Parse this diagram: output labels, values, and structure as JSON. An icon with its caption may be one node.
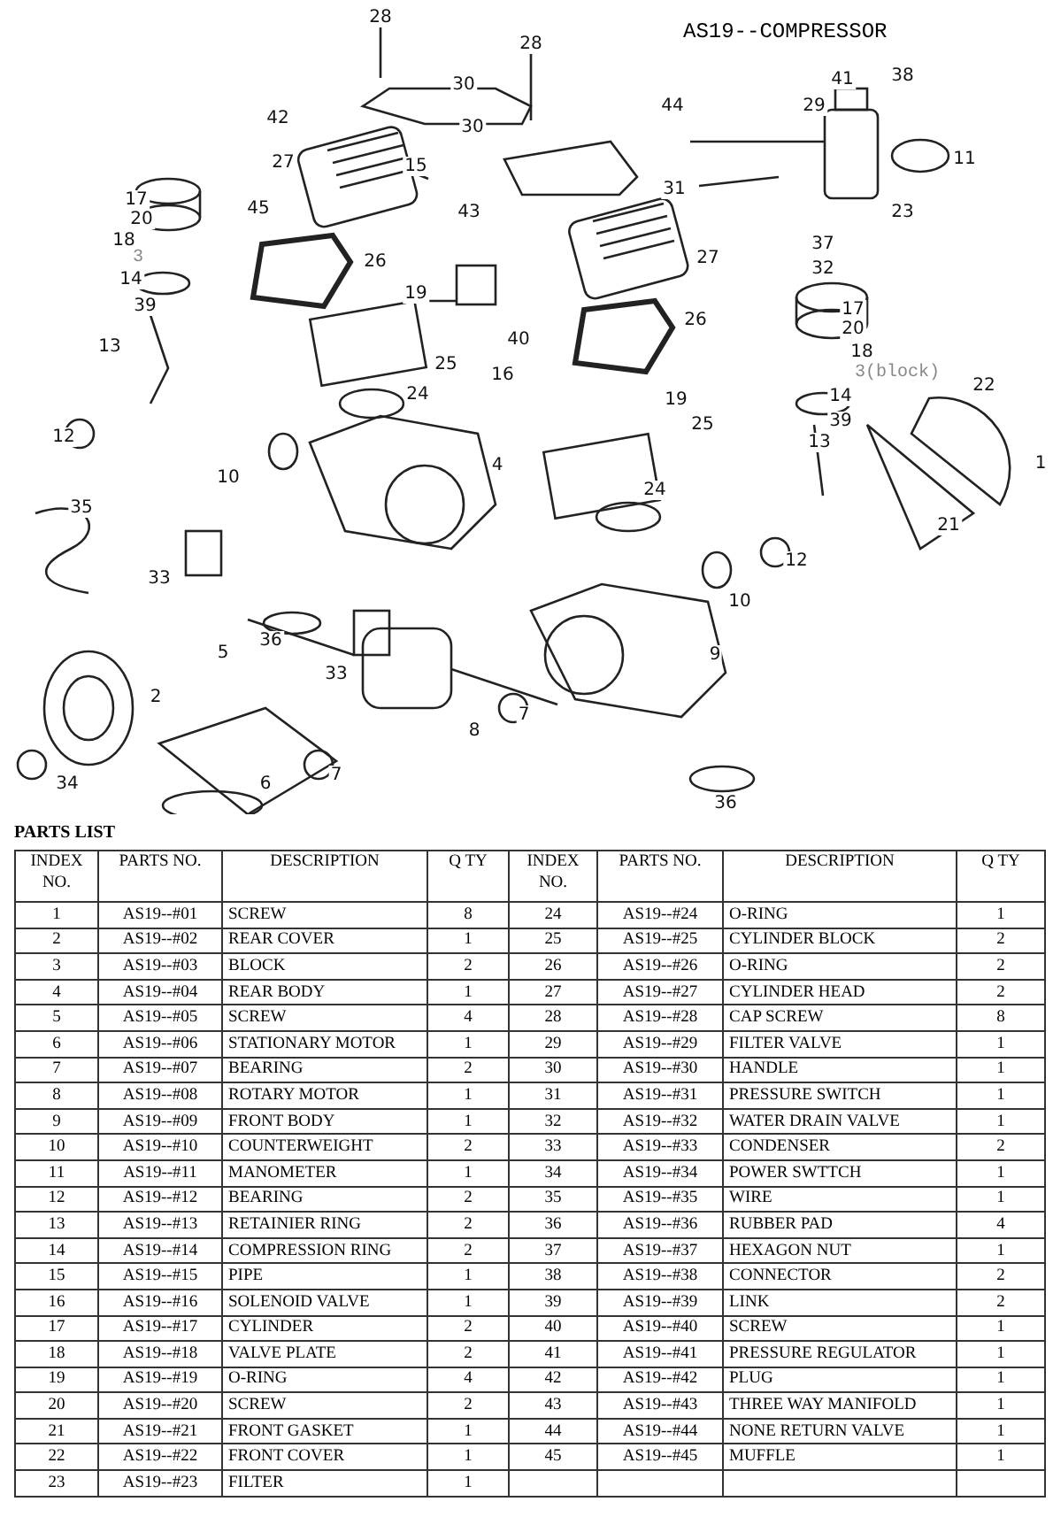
{
  "diagram": {
    "title": "AS19--COMPRESSOR",
    "labels": [
      "28",
      "28",
      "30",
      "42",
      "30",
      "44",
      "41",
      "38",
      "29",
      "27",
      "15",
      "11",
      "17",
      "45",
      "43",
      "31",
      "20",
      "23",
      "18",
      "3",
      "27",
      "14",
      "37",
      "26",
      "32",
      "19",
      "39",
      "40",
      "16",
      "26",
      "17",
      "20",
      "13",
      "18",
      "25",
      "3(block)",
      "24",
      "19",
      "14",
      "22",
      "25",
      "39",
      "13",
      "12",
      "10",
      "4",
      "1",
      "35",
      "24",
      "21",
      "12",
      "10",
      "33",
      "36",
      "5",
      "9",
      "33",
      "2",
      "7",
      "8",
      "36",
      "34",
      "6",
      "7",
      "PARTS LIST",
      "INDEX NO.",
      "PARTS NO.",
      "DESCRIPTION",
      "Q TY",
      "INDEX NO.",
      "PARTS NO.",
      "DESCRIPTION",
      "Q TY",
      "1",
      "AS19--#01",
      "SCREW",
      "8",
      "24",
      "AS19--#24",
      "O-RING",
      "1",
      "2",
      "AS19--#02",
      "REAR COVER",
      "1",
      "25",
      "AS19--#25",
      "CYLINDER BLOCK",
      "2",
      "3",
      "AS19--#03",
      "BLOCK",
      "2",
      "26",
      "AS19--#26",
      "O-RING",
      "2",
      "4",
      "AS19--#04",
      "REAR BODY",
      "1",
      "27",
      "AS19--#27",
      "CYLINDER HEAD",
      "2",
      "5",
      "AS19--#05",
      "SCREW",
      "4",
      "28",
      "AS19--#28",
      "CAP SCREW",
      "8",
      "6",
      "AS19--#06",
      "STATIONARY MOTOR",
      "1",
      "29",
      "AS19--#29",
      "FILTER VALVE",
      "1",
      "7",
      "AS19--#07",
      "BEARING",
      "2",
      "30",
      "AS19--#30",
      "HANDLE",
      "1",
      "8",
      "AS19--#08",
      "ROTARY MOTOR",
      "1",
      "31",
      "AS19--#31",
      "PRESSURE SWITCH",
      "1",
      "9",
      "AS19--#09",
      "FRONT BODY",
      "1",
      "32",
      "AS19--#32",
      "WATER DRAIN VALVE",
      "1",
      "10",
      "AS19--#10",
      "COUNTERWEIGHT",
      "2",
      "33",
      "AS19--#33",
      "CONDENSER",
      "2",
      "11",
      "AS19--#11",
      "MANOMETER",
      "1",
      "34",
      "AS19--#34",
      "POWER SWTTCH",
      "1",
      "12",
      "AS19--#12",
      "BEARING",
      "2",
      "35",
      "AS19--#35",
      "WIRE",
      "1",
      "13",
      "AS19--#13",
      "RETAINIER RING",
      "2",
      "36",
      "AS19--#36",
      "RUBBER PAD",
      "4",
      "14",
      "AS19--#14",
      "COMPRESSION RING",
      "2",
      "37",
      "AS19--#37",
      "HEXAGON NUT",
      "1",
      "15",
      "AS19--#15",
      "PIPE",
      "1",
      "38",
      "AS19--#38",
      "CONNECTOR",
      "2",
      "16",
      "AS19--#16",
      "SOLENOID VALVE",
      "1",
      "39",
      "AS19--#39",
      "LINK",
      "2",
      "17",
      "AS19--#17",
      "CYLINDER",
      "2",
      "40",
      "AS19--#40",
      "SCREW",
      "1",
      "18",
      "AS19--#18",
      "VALVE PLATE",
      "2",
      "41",
      "AS19--#41",
      "PRESSURE REGULATOR",
      "1",
      "19",
      "AS19--#19",
      "O-RING",
      "4",
      "42",
      "AS19--#42",
      "PLUG",
      "1",
      "20",
      "AS19--#20",
      "SCREW",
      "2",
      "43",
      "AS19--#43",
      "THREE WAY MANIFOLD",
      "1",
      "21",
      "AS19--#21",
      "FRONT GASKET",
      "1",
      "44",
      "AS19--#44",
      "NONE RETURN VALVE",
      "1",
      "22",
      "AS19--#22",
      "FRONT COVER",
      "1",
      "45",
      "AS19--#45",
      "MUFFLE",
      "1",
      "23",
      "AS19--#23",
      "FILTER",
      "1"
    ]
  }
}
